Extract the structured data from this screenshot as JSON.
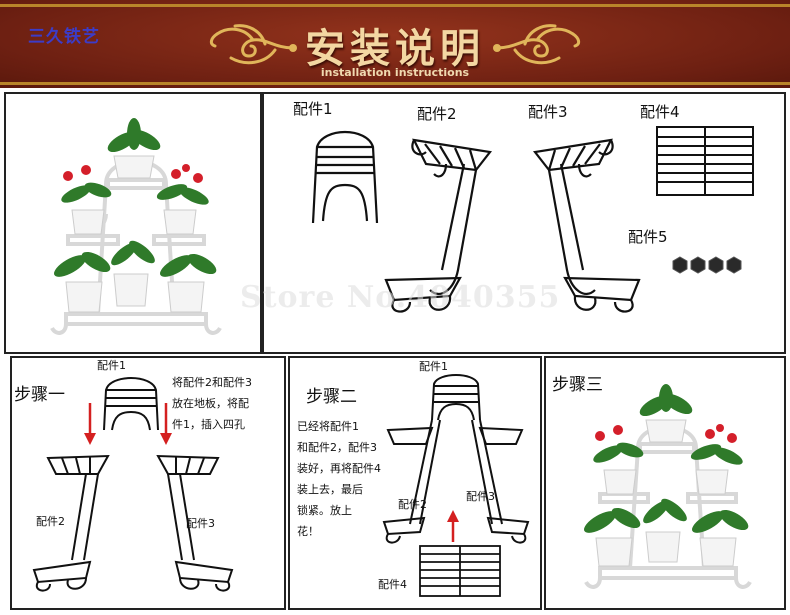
{
  "header": {
    "shop_name": "三久铁艺",
    "title": "安装说明",
    "subtitle": "installation instructions"
  },
  "parts": {
    "part1": "配件1",
    "part2": "配件2",
    "part3": "配件3",
    "part4": "配件4",
    "part5": "配件5"
  },
  "step1": {
    "title": "步骤一",
    "part1": "配件1",
    "part2": "配件2",
    "part3": "配件3",
    "instructions": [
      "将配件2和配件3",
      "放在地板，将配",
      "件1，插入四孔"
    ]
  },
  "step2": {
    "title": "步骤二",
    "part1": "配件1",
    "part2": "配件2",
    "part3": "配件3",
    "part4": "配件4",
    "instructions": [
      "已经将配件1",
      "和配件2，配件3",
      "装好，再将配件4",
      "装上去，最后",
      "锁紧。放上",
      "花！"
    ]
  },
  "step3": {
    "title": "步骤三"
  },
  "watermark": "Store No.4040355",
  "colors": {
    "header_bg": "#7a2616",
    "title_gold": "#f3d7a2",
    "shop_name_blue": "#3c3cc8",
    "arrow_red": "#d42020",
    "metal_black": "#111111"
  },
  "icons": [
    "ornament-swirl-icon",
    "red-arrow-icon",
    "bolt-icon",
    "flower-stand-photo"
  ]
}
